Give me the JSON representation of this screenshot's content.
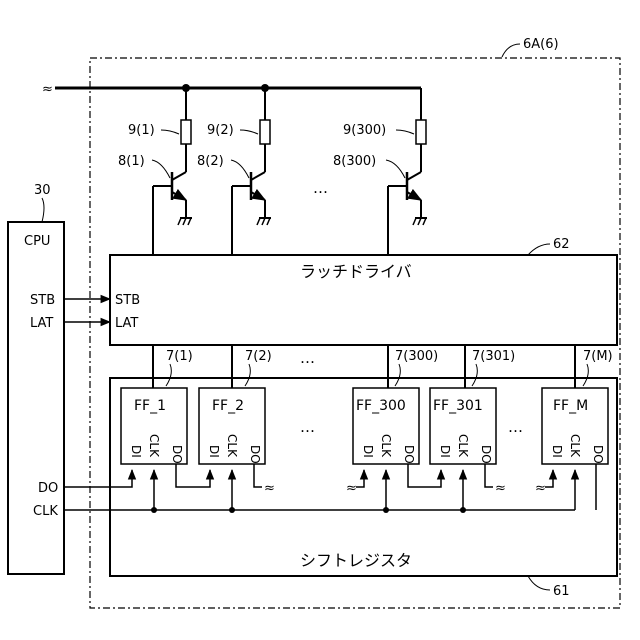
{
  "figure": {
    "module_label": "6A(6)",
    "cpu": {
      "ref": "30",
      "title": "CPU",
      "outputs": [
        "STB",
        "LAT",
        "DO",
        "CLK"
      ]
    },
    "latch_driver": {
      "ref": "62",
      "title": "ラッチドライバ",
      "inputs": [
        "STB",
        "LAT"
      ]
    },
    "shift_register": {
      "ref": "61",
      "title": "シフトレジスタ"
    },
    "channels": [
      {
        "resistor": "9(1)",
        "transistor": "8(1)",
        "output": "7(1)",
        "flipflop": "FF_1"
      },
      {
        "resistor": "9(2)",
        "transistor": "8(2)",
        "output": "7(2)",
        "flipflop": "FF_2"
      },
      {
        "resistor": "9(300)",
        "transistor": "8(300)",
        "output": "7(300)",
        "flipflop": "FF_300"
      },
      {
        "output": "7(301)",
        "flipflop": "FF_301"
      },
      {
        "output": "7(M)",
        "flipflop": "FF_M"
      }
    ],
    "ff_pins": {
      "clock": "CLK",
      "data_in": "DI",
      "data_out": "DO"
    },
    "ellipsis": "…",
    "wire_break": "≈"
  }
}
